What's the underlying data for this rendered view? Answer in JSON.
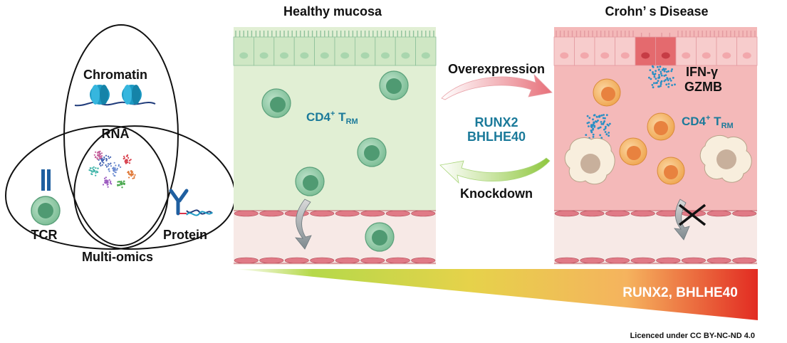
{
  "venn": {
    "chromatin": "Chromatin",
    "rna": "RNA",
    "tcr": "TCR",
    "protein": "Protein",
    "multiomics": "Multi-omics"
  },
  "healthy": {
    "title": "Healthy mucosa",
    "cell_label": "CD4",
    "cell_sup": "+",
    "cell_sub_prefix": " T",
    "cell_sub": "RM"
  },
  "crohns": {
    "title": "Crohn’ s Disease",
    "cytokine1": "IFN-γ",
    "cytokine2": "GZMB",
    "cell_label": "CD4",
    "cell_sup": "+",
    "cell_sub_prefix": " T",
    "cell_sub": "RM"
  },
  "center": {
    "overexpression": "Overexpression",
    "gene1": "RUNX2",
    "gene2": "BHLHE40",
    "knockdown": "Knockdown"
  },
  "gradient": {
    "label": "RUNX2, BHLHE40",
    "colors": [
      "#9acd32",
      "#f5c16a",
      "#e8382a"
    ]
  },
  "license": "Licenced under CC BY-NC-ND 4.0",
  "colors": {
    "healthy_bg": "#e1efd4",
    "disease_bg": "#f4b9b9",
    "teal_text": "#1b7a9a",
    "cell_green": "#7fbf98",
    "cell_orange": "#f0a955"
  }
}
